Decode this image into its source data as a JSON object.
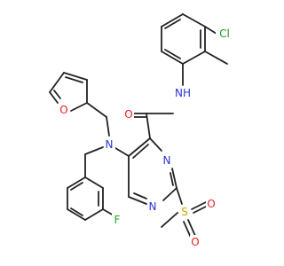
{
  "colors": {
    "bond": "#222222",
    "N": "#2a33d6",
    "O": "#e81e1e",
    "S": "#c9a600",
    "Cl": "#1a9a1a",
    "F": "#28a428"
  },
  "atoms": {
    "cl": {
      "text": "Cl",
      "element": "Cl"
    },
    "nh": {
      "text": "NH",
      "element": "N"
    },
    "o_carbonyl": {
      "text": "O",
      "element": "O"
    },
    "o_furan": {
      "text": "O",
      "element": "O"
    },
    "n_amine": {
      "text": "N",
      "element": "N"
    },
    "n_ring_top": {
      "text": "N",
      "element": "N"
    },
    "n_ring_bottom": {
      "text": "N",
      "element": "N"
    },
    "s": {
      "text": "S",
      "element": "S"
    },
    "o_s1": {
      "text": "O",
      "element": "O"
    },
    "o_s2": {
      "text": "O",
      "element": "O"
    },
    "f": {
      "text": "F",
      "element": "F"
    }
  }
}
